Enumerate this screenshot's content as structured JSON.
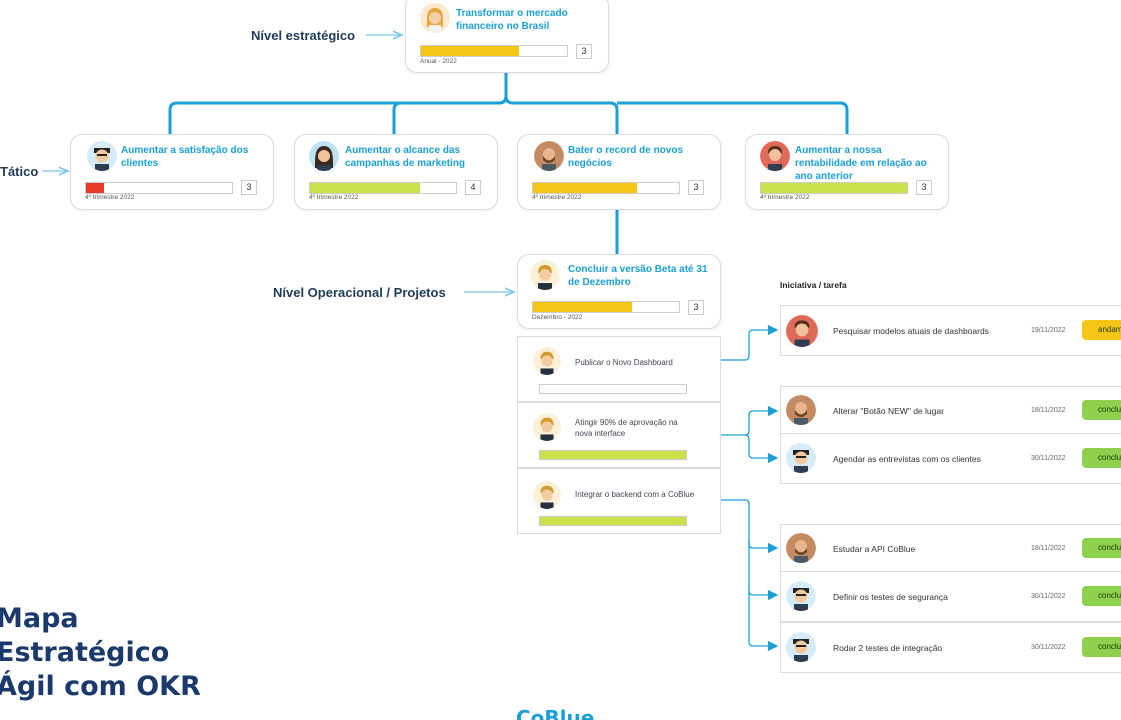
{
  "levels": {
    "strategic": "Nível estratégico",
    "tactical": "Tático",
    "operational": "Nível Operacional / Projetos"
  },
  "strategic_card": {
    "title": "Transformar o mercado financeiro no Brasil",
    "progress": 0.67,
    "count": "3",
    "period": "Anual - 2022",
    "color": "#f5c518"
  },
  "tactical_cards": [
    {
      "title": "Aumentar a satisfação dos clientes",
      "progress": 0.12,
      "count": "3",
      "period": "4º trimestre 2022",
      "color": "#e53a2a"
    },
    {
      "title": "Aumentar o alcance das campanhas de marketing",
      "progress": 0.75,
      "count": "4",
      "period": "4º trimestre 2022",
      "color": "#c8e24a"
    },
    {
      "title": "Bater o record de novos negócios",
      "progress": 0.71,
      "count": "3",
      "period": "4º trimestre 2022",
      "color": "#f5c518"
    },
    {
      "title": "Aumentar a nossa rentabilidade em relação ao ano anterior",
      "progress": 1.0,
      "count": "3",
      "period": "4º trimestre 2022",
      "color": "#c8e24a"
    }
  ],
  "project_card": {
    "title": "Concluir a versão Beta até 31 de Dezembro",
    "progress": 0.68,
    "count": "3",
    "period": "Dezembro - 2022",
    "color": "#f5c518"
  },
  "key_results": [
    {
      "text": "Publicar o Novo Dashboard",
      "progress": 0.0,
      "color": "#c8e24a"
    },
    {
      "text": "Atingir 90% de aprovação na nova interface",
      "progress": 1.0,
      "color": "#c8e24a"
    },
    {
      "text": "Integrar o backend com a CoBlue",
      "progress": 1.0,
      "color": "#c8e24a"
    }
  ],
  "initiatives_header": "Iniciativa / tarefa",
  "tasks": [
    {
      "name": "Pesquisar modelos atuais de dashboards",
      "date": "19/11/2022",
      "status": "andam",
      "color": "#f5c518"
    },
    {
      "name": "Alterar \"Botão NEW\" de lugar",
      "date": "18/11/2022",
      "status": "conclu",
      "color": "#8fd14f"
    },
    {
      "name": "Agendar as entrevistas com os clientes",
      "date": "30/11/2022",
      "status": "conclu",
      "color": "#8fd14f"
    },
    {
      "name": "Estudar a API CoBlue",
      "date": "18/11/2022",
      "status": "conclu",
      "color": "#8fd14f"
    },
    {
      "name": "Definir os testes de segurança",
      "date": "30/11/2022",
      "status": "conclu",
      "color": "#8fd14f"
    },
    {
      "name": "Rodar 2 testes de integração",
      "date": "30/11/2022",
      "status": "conclu",
      "color": "#8fd14f"
    }
  ],
  "big_title": {
    "line1": "Mapa",
    "line2": "Estratégico",
    "line3": "Ágil com OKR"
  },
  "logo": "CoBlue",
  "colors": {
    "connector": "#1a9fd6",
    "accent_text": "#1a9fd6",
    "dark_text": "#1f3b57"
  }
}
